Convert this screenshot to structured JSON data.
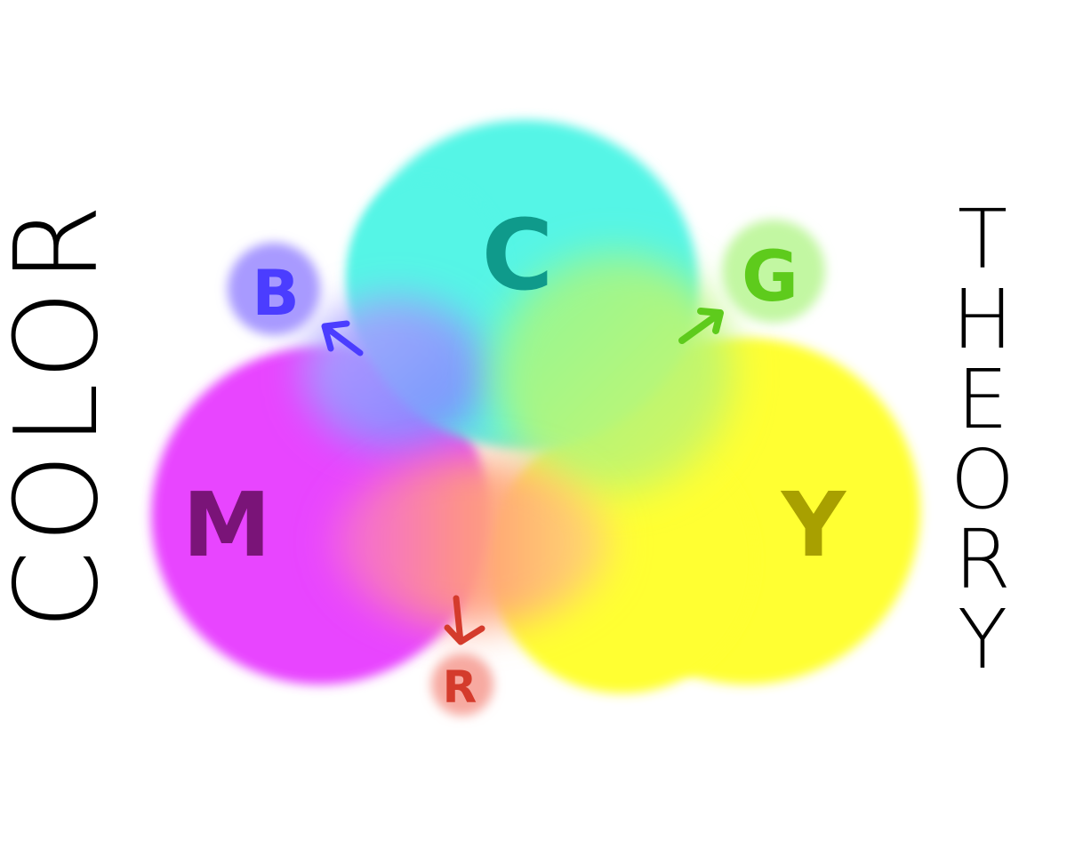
{
  "title_left": "COLOR",
  "title_right": "THEORY",
  "circles": {
    "cyan": {
      "label": "C",
      "fill": "#55f5e6",
      "text": "#0f9a8b"
    },
    "magenta": {
      "label": "M",
      "fill": "#e845ff",
      "text": "#7a1478"
    },
    "yellow": {
      "label": "Y",
      "fill": "#ffff33",
      "text": "#a8a000"
    }
  },
  "mixes": {
    "blue": {
      "label": "B",
      "fill": "#a89aff",
      "text": "#4b3dff",
      "arrow": "#4b3dff"
    },
    "green": {
      "label": "G",
      "fill": "#c2f7a2",
      "text": "#5ecb1c",
      "arrow": "#5ecb1c"
    },
    "red": {
      "label": "R",
      "fill": "#f7a9a0",
      "text": "#d43b2c",
      "arrow": "#d43b2c"
    }
  }
}
